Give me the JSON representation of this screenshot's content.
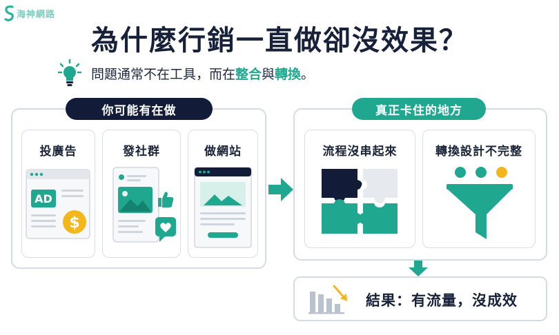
{
  "logo": {
    "text": "海神網路"
  },
  "title": "為什麼行銷一直做卻沒效果？",
  "subtitle": {
    "prefix": "問題通常不在工具，而在",
    "highlight1": "整合",
    "middle": "與",
    "highlight2": "轉換",
    "suffix": "。"
  },
  "left_section": {
    "label": "你可能有在做",
    "cards": [
      {
        "title": "投廣告",
        "badge": "AD"
      },
      {
        "title": "發社群"
      },
      {
        "title": "做網站"
      }
    ]
  },
  "right_section": {
    "label": "真正卡住的地方",
    "cards": [
      {
        "title": "流程沒串起來"
      },
      {
        "title": "轉換設計不完整"
      }
    ]
  },
  "result": {
    "text": "結果：有流量，沒成效"
  },
  "colors": {
    "navy": "#121c38",
    "teal": "#1fa88f",
    "yellow": "#f3b61b",
    "gray_border": "#d5dbe4"
  }
}
